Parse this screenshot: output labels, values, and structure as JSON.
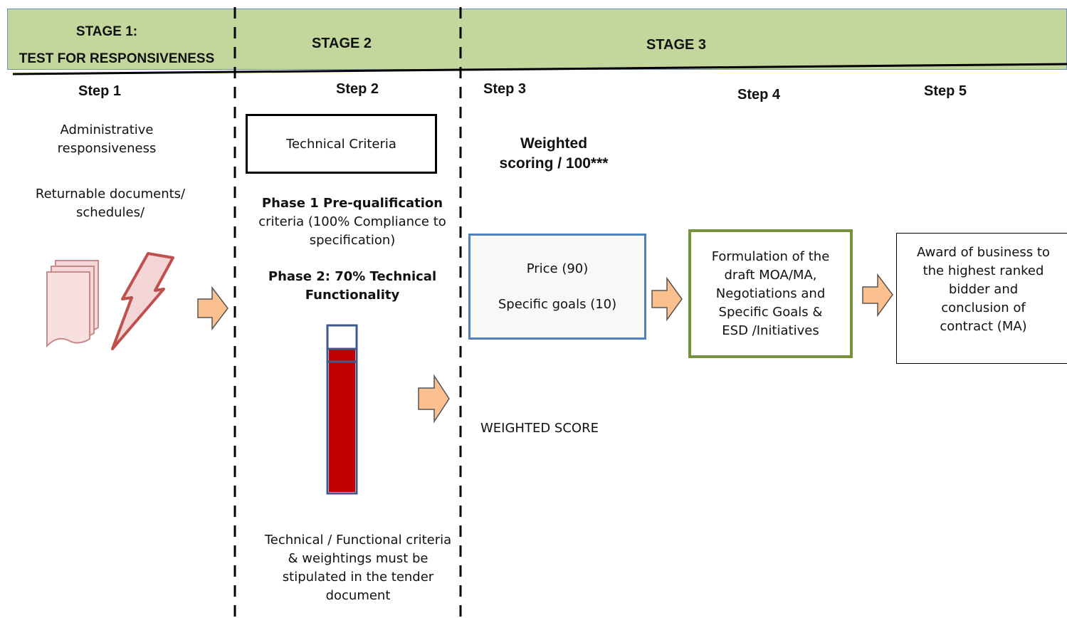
{
  "stages": {
    "stage1_line1": "STAGE 1:",
    "stage1_line2": "TEST FOR RESPONSIVENESS",
    "stage2": "STAGE 2",
    "stage3": "STAGE 3"
  },
  "steps": [
    "Step 1",
    "Step 2",
    "Step 3",
    "Step 4",
    "Step 5"
  ],
  "step1": {
    "admin_line1": "Administrative",
    "admin_line2": "responsiveness",
    "returnable_line1": "Returnable documents/",
    "returnable_line2": "schedules/"
  },
  "step2": {
    "tech_box": "Technical Criteria",
    "phase1_bold": "Phase 1 Pre-qualification",
    "phase1_line2": "criteria (100% Compliance to",
    "phase1_line3": "specification)",
    "phase2_line1": "Phase 2:  70% Technical",
    "phase2_line2": "Functionality",
    "bar_fill_fraction": 0.86,
    "note_line1": "Technical / Functional criteria",
    "note_line2": "& weightings must be",
    "note_line3": "stipulated in the tender",
    "note_line4": "document"
  },
  "step3": {
    "weighted_line1": "Weighted",
    "weighted_line2": "scoring / 100***",
    "price": "Price (90)",
    "goals": "Specific goals  (10)",
    "weighted_score": "WEIGHTED  SCORE"
  },
  "step4": {
    "line1": "Formulation of the",
    "line2": "draft MOA/MA,",
    "line3": "Negotiations and",
    "line4": "Specific Goals &",
    "line5": "ESD /Initiatives"
  },
  "step5": {
    "line1": "Award of business to",
    "line2": "the highest ranked",
    "line3": "bidder and",
    "line4": "conclusion of",
    "line5": "contract (MA)"
  },
  "colors": {
    "header_band": "#c3d69b",
    "arrow_fill": "#fbc08e",
    "bar_red": "#c00000",
    "bar_border": "#3d5a8a",
    "price_box_border": "#4f81bd",
    "step4_border": "#76923c",
    "bolt_red": "#c0504d"
  }
}
